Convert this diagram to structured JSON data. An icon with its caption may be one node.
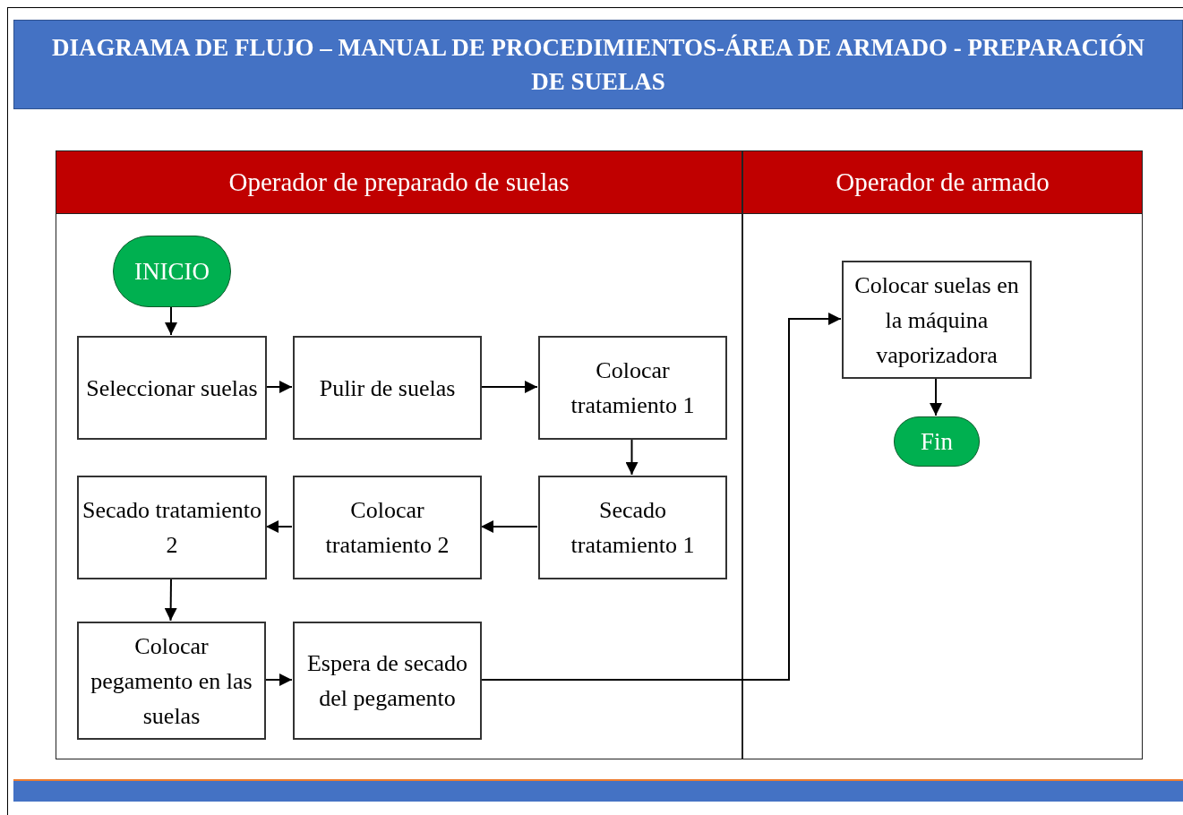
{
  "diagram": {
    "title": "DIAGRAMA DE FLUJO –  MANUAL DE PROCEDIMIENTOS-ÁREA DE ARMADO - PREPARACIÓN DE SUELAS",
    "nodes": [
      {
        "text": [
          "Operador de preparado de suelas"
        ]
      },
      {
        "text": [
          "Operador de armado"
        ]
      },
      {
        "text": [
          "INICIO"
        ],
        "in": 0
      },
      {
        "text": [
          "Seleccionar suelas"
        ],
        "in": 0
      },
      {
        "text": [
          "Pulir de suelas"
        ],
        "in": 0
      },
      {
        "text": [
          "Colocar tratamiento 1"
        ],
        "in": 0
      },
      {
        "text": [
          "Secado tratamiento 1"
        ],
        "in": 0
      },
      {
        "text": [
          "Colocar tratamiento 2"
        ],
        "in": 0
      },
      {
        "text": [
          "Secado tratamiento 2"
        ],
        "in": 0
      },
      {
        "text": [
          "Colocar pegamento en las suelas"
        ],
        "in": 0
      },
      {
        "text": [
          "Espera de secado del pegamento"
        ],
        "in": 0
      },
      {
        "text": [
          "Colocar suelas en la máquina vaporizadora"
        ],
        "in": 1
      },
      {
        "text": [
          "Fin"
        ],
        "in": 1
      }
    ],
    "edges": [
      {
        "from": 2,
        "to": 3,
        "arrow": "to"
      },
      {
        "from": 3,
        "to": 4,
        "arrow": "to"
      },
      {
        "from": 4,
        "to": 5,
        "arrow": "to"
      },
      {
        "from": 5,
        "to": 6,
        "arrow": "to"
      },
      {
        "from": 6,
        "to": 7,
        "arrow": "to"
      },
      {
        "from": 7,
        "to": 8,
        "arrow": "to"
      },
      {
        "from": 8,
        "to": 9,
        "arrow": "to"
      },
      {
        "from": 9,
        "to": 10,
        "arrow": "to"
      },
      {
        "from": 10,
        "to": 11,
        "arrow": "to"
      },
      {
        "from": 11,
        "to": 12,
        "arrow": "to"
      }
    ]
  }
}
